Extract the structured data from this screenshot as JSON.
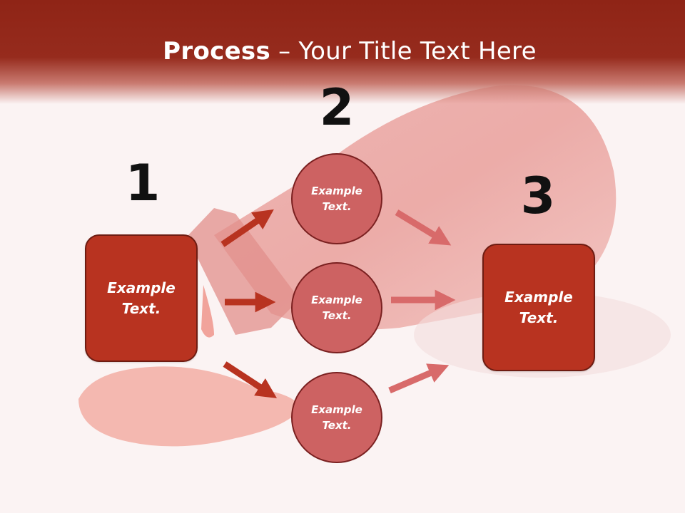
{
  "title": {
    "bold": "Process",
    "rest": " – Your Title Text Here"
  },
  "steps": [
    {
      "number": "1",
      "box_text": "Example\nText."
    },
    {
      "number": "2",
      "circles": [
        "Example\nText.",
        "Example\nText.",
        "Example\nText."
      ]
    },
    {
      "number": "3",
      "box_text": "Example\nText."
    }
  ],
  "colors": {
    "header": "#962b1d",
    "box_fill": "#b83320",
    "circle_fill": "#cd6262",
    "arrow_dark": "#b83320",
    "arrow_light": "#d86a6a"
  }
}
